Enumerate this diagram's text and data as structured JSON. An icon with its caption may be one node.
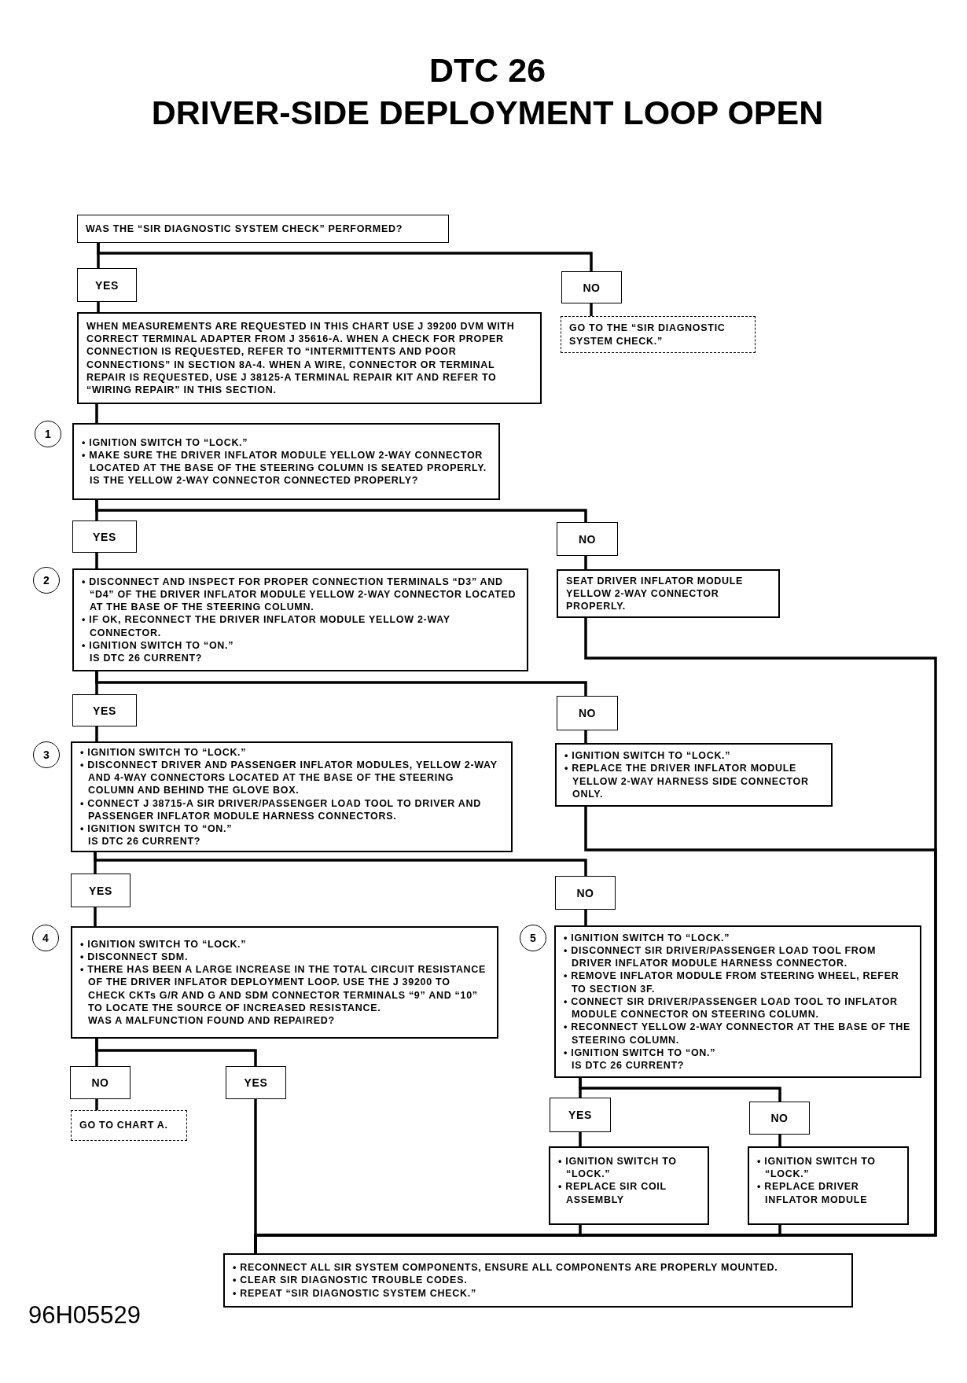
{
  "diagram": {
    "title": "DTC 26 DRIVER-SIDE DEPLOYMENT LOOP OPEN",
    "nodes": [
      {
        "text": [
          "WAS THE “SIR DIAGNOSTIC SYSTEM CHECK” PERFORMED?"
        ]
      },
      {
        "text": [
          "YES"
        ]
      },
      {
        "text": [
          "NO"
        ]
      },
      {
        "text": [
          "WHEN MEASUREMENTS ARE REQUESTED IN THIS CHART USE J 39200 DVM WITH CORRECT TERMINAL ADAPTER FROM J 35616-A. WHEN A CHECK FOR PROPER CONNECTION IS REQUESTED, REFER TO “INTERMITTENTS AND POOR CONNECTIONS” IN SECTION 8A-4. WHEN A WIRE, CONNECTOR OR TERMINAL REPAIR IS REQUESTED, USE J 38125-A TERMINAL REPAIR KIT AND REFER TO “WIRING REPAIR” IN THIS SECTION."
        ]
      },
      {
        "text": [
          "GO TO THE “SIR DIAGNOSTIC SYSTEM CHECK.”"
        ]
      },
      {
        "text": [
          "1"
        ]
      },
      {
        "text": [
          "• IGNITION SWITCH TO “LOCK.”",
          "• MAKE SURE THE DRIVER INFLATOR MODULE YELLOW 2-WAY CONNECTOR LOCATED AT THE BASE OF THE STEERING COLUMN IS SEATED PROPERLY.",
          "IS THE YELLOW 2-WAY CONNECTOR CONNECTED PROPERLY?"
        ]
      },
      {
        "text": [
          "YES"
        ]
      },
      {
        "text": [
          "NO"
        ]
      },
      {
        "text": [
          "2"
        ]
      },
      {
        "text": [
          "• DISCONNECT AND INSPECT FOR PROPER CONNECTION TERMINALS “D3” AND “D4” OF THE DRIVER INFLATOR MODULE YELLOW 2-WAY CONNECTOR LOCATED AT THE BASE OF THE STEERING COLUMN.",
          "• IF OK, RECONNECT THE DRIVER INFLATOR MODULE YELLOW 2-WAY CONNECTOR.",
          "• IGNITION SWITCH TO “ON.”",
          "IS DTC 26 CURRENT?"
        ]
      },
      {
        "text": [
          "SEAT DRIVER INFLATOR MODULE YELLOW 2-WAY CONNECTOR PROPERLY."
        ]
      },
      {
        "text": [
          "YES"
        ]
      },
      {
        "text": [
          "NO"
        ]
      },
      {
        "text": [
          "3"
        ]
      },
      {
        "text": [
          "• IGNITION SWITCH TO “LOCK.”",
          "• DISCONNECT DRIVER AND PASSENGER INFLATOR MODULES, YELLOW 2-WAY AND 4-WAY CONNECTORS LOCATED AT THE BASE OF THE STEERING COLUMN AND BEHIND THE GLOVE BOX.",
          "• CONNECT J 38715-A SIR DRIVER/PASSENGER LOAD TOOL TO DRIVER AND PASSENGER INFLATOR MODULE HARNESS CONNECTORS.",
          "• IGNITION SWITCH TO “ON.”",
          "IS DTC 26 CURRENT?"
        ]
      },
      {
        "text": [
          "• IGNITION SWITCH TO “LOCK.”",
          "• REPLACE THE DRIVER INFLATOR MODULE YELLOW 2-WAY HARNESS SIDE CONNECTOR ONLY."
        ]
      },
      {
        "text": [
          "YES"
        ]
      },
      {
        "text": [
          "NO"
        ]
      },
      {
        "text": [
          "4"
        ]
      },
      {
        "text": [
          "• IGNITION SWITCH TO “LOCK.”",
          "• DISCONNECT SDM.",
          "• THERE HAS BEEN A LARGE INCREASE IN THE TOTAL CIRCUIT RESISTANCE OF THE DRIVER INFLATOR DEPLOYMENT LOOP. USE THE J 39200 TO CHECK CKTs G/R AND G AND SDM CONNECTOR TERMINALS “9” AND “10” TO LOCATE THE SOURCE OF INCREASED RESISTANCE.",
          "WAS A MALFUNCTION FOUND AND REPAIRED?"
        ]
      },
      {
        "text": [
          "5"
        ]
      },
      {
        "text": [
          "• IGNITION SWITCH TO “LOCK.”",
          "• DISCONNECT SIR DRIVER/PASSENGER LOAD TOOL FROM DRIVER INFLATOR MODULE HARNESS CONNECTOR.",
          "• REMOVE INFLATOR MODULE FROM STEERING WHEEL, REFER TO SECTION 3F.",
          "• CONNECT SIR DRIVER/PASSENGER LOAD TOOL TO INFLATOR MODULE CONNECTOR ON STEERING COLUMN.",
          "• RECONNECT YELLOW 2-WAY CONNECTOR AT THE BASE OF THE STEERING COLUMN.",
          "• IGNITION SWITCH TO “ON.”",
          "IS DTC 26 CURRENT?"
        ]
      },
      {
        "text": [
          "NO"
        ]
      },
      {
        "text": [
          "YES"
        ]
      },
      {
        "text": [
          "GO TO CHART A."
        ]
      },
      {
        "text": [
          "YES"
        ]
      },
      {
        "text": [
          "NO"
        ]
      },
      {
        "text": [
          "• IGNITION SWITCH TO “LOCK.”",
          "• REPLACE SIR COIL ASSEMBLY"
        ]
      },
      {
        "text": [
          "• IGNITION SWITCH TO “LOCK.”",
          "• REPLACE DRIVER INFLATOR MODULE"
        ]
      },
      {
        "text": [
          "• RECONNECT ALL SIR SYSTEM COMPONENTS, ENSURE ALL COMPONENTS ARE PROPERLY MOUNTED.",
          "• CLEAR SIR DIAGNOSTIC TROUBLE CODES.",
          "• REPEAT “SIR DIAGNOSTIC SYSTEM CHECK.”"
        ]
      }
    ],
    "edges": [
      {
        "from": 0,
        "to": 1,
        "arrow": "none"
      },
      {
        "from": 0,
        "to": 2,
        "arrow": "none"
      },
      {
        "from": 1,
        "to": 3,
        "arrow": "none"
      },
      {
        "from": 2,
        "to": 4,
        "arrow": "none"
      },
      {
        "from": 3,
        "to": 6,
        "arrow": "none"
      },
      {
        "from": 6,
        "to": 7,
        "arrow": "none"
      },
      {
        "from": 6,
        "to": 8,
        "arrow": "none"
      },
      {
        "from": 7,
        "to": 10,
        "arrow": "none"
      },
      {
        "from": 8,
        "to": 11,
        "arrow": "none"
      },
      {
        "from": 10,
        "to": 12,
        "arrow": "none"
      },
      {
        "from": 10,
        "to": 13,
        "arrow": "none"
      },
      {
        "from": 12,
        "to": 15,
        "arrow": "none"
      },
      {
        "from": 13,
        "to": 16,
        "arrow": "none"
      },
      {
        "from": 15,
        "to": 17,
        "arrow": "none"
      },
      {
        "from": 15,
        "to": 18,
        "arrow": "none"
      },
      {
        "from": 17,
        "to": 20,
        "arrow": "none"
      },
      {
        "from": 18,
        "to": 22,
        "arrow": "none"
      },
      {
        "from": 20,
        "to": 23,
        "arrow": "none"
      },
      {
        "from": 20,
        "to": 24,
        "arrow": "none"
      },
      {
        "from": 23,
        "to": 25,
        "arrow": "none"
      },
      {
        "from": 24,
        "to": 30,
        "arrow": "none"
      },
      {
        "from": 22,
        "to": 26,
        "arrow": "none"
      },
      {
        "from": 22,
        "to": 27,
        "arrow": "none"
      },
      {
        "from": 26,
        "to": 28,
        "arrow": "none"
      },
      {
        "from": 27,
        "to": 29,
        "arrow": "none"
      },
      {
        "from": 11,
        "to": 30,
        "arrow": "none"
      },
      {
        "from": 16,
        "to": 30,
        "arrow": "none"
      },
      {
        "from": 28,
        "to": 30,
        "arrow": "none"
      },
      {
        "from": 29,
        "to": 30,
        "arrow": "none"
      }
    ],
    "labels": [
      "96H05529"
    ]
  }
}
